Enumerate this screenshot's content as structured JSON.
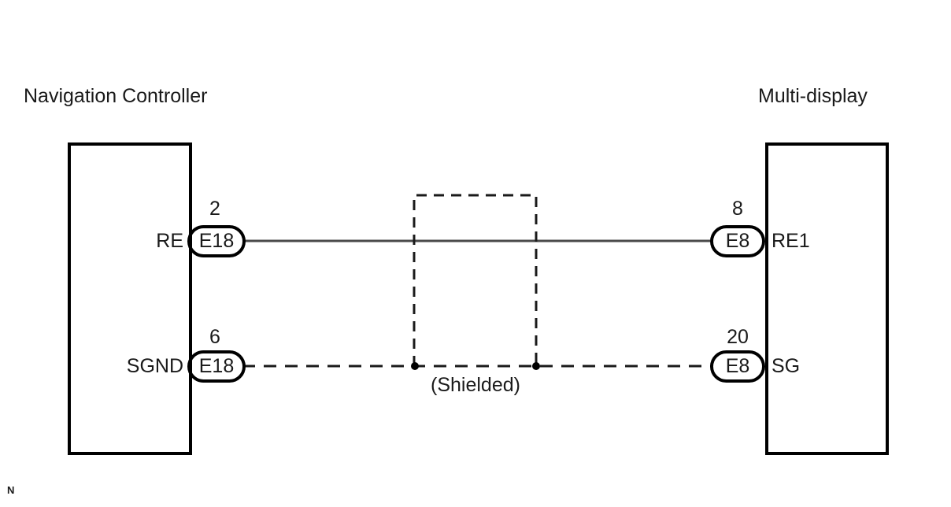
{
  "diagram": {
    "title_left": "Navigation Controller",
    "title_right": "Multi-display",
    "shield_label": "(Shielded)",
    "corner_mark": "N",
    "colors": {
      "outline": "#000000",
      "wire": "#4a4a4a",
      "shield": "#1a1a1a",
      "text": "#1a1a1a",
      "background": "#ffffff"
    },
    "units": [
      {
        "name": "Navigation Controller",
        "side": "left",
        "connectors": [
          {
            "pin": "2",
            "code": "E18",
            "signal": "RE"
          },
          {
            "pin": "6",
            "code": "E18",
            "signal": "SGND"
          }
        ]
      },
      {
        "name": "Multi-display",
        "side": "right",
        "connectors": [
          {
            "pin": "8",
            "code": "E8",
            "signal": "RE1"
          },
          {
            "pin": "20",
            "code": "E8",
            "signal": "SG"
          }
        ]
      }
    ],
    "wires": [
      {
        "name": "signal-wire",
        "style": "solid",
        "from": "E18 pin 2 (RE)",
        "to": "E8 pin 8 (RE1)"
      },
      {
        "name": "ground-wire",
        "style": "dashed",
        "from": "E18 pin 6 (SGND)",
        "to": "E8 pin 20 (SG)"
      }
    ],
    "shield": {
      "label": "(Shielded)",
      "style": "dashed",
      "junction_count": 2
    }
  }
}
